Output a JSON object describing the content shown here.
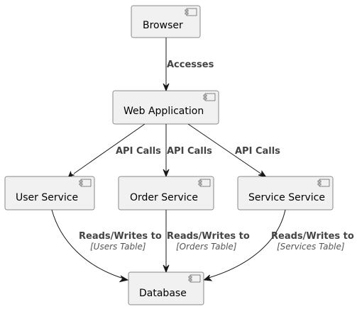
{
  "nodes": {
    "browser": "Browser",
    "web_app": "Web Application",
    "user_service": "User Service",
    "order_service": "Order Service",
    "service_service": "Service Service",
    "database": "Database"
  },
  "edges": {
    "accesses": "Accesses",
    "api_calls_user": "API Calls",
    "api_calls_order": "API Calls",
    "api_calls_service": "API Calls",
    "rw_user": "Reads/Writes to",
    "rw_user_table": "[Users Table]",
    "rw_order": "Reads/Writes to",
    "rw_order_table": "[Orders Table]",
    "rw_service": "Reads/Writes to",
    "rw_service_table": "[Services Table]"
  },
  "icons": {
    "component": "component-icon"
  },
  "colors": {
    "node_fill": "#f1f1f1",
    "stroke": "#181818",
    "edge_label": "#444444"
  }
}
